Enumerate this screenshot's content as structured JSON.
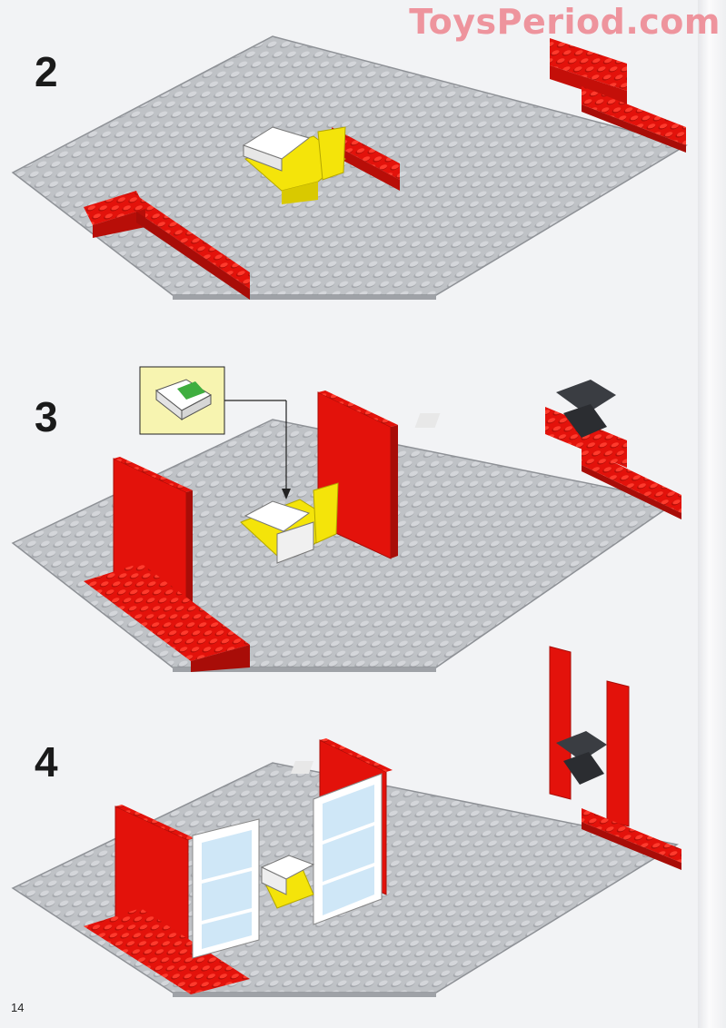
{
  "watermark": "ToysPeriod.com",
  "page_number": "14",
  "steps": [
    {
      "number": "2"
    },
    {
      "number": "3"
    },
    {
      "number": "4"
    }
  ],
  "colors": {
    "baseplate": "#bfc2c6",
    "stud": "#a9acb1",
    "brick_red": "#e3120b",
    "brick_red_dark": "#a80d08",
    "yellow": "#f4e40a",
    "white": "#ffffff",
    "glass": "#cfe7f7",
    "callout_bg": "#f7f4b0",
    "phone": "#3a3d42"
  },
  "icons": [
    "baseplate-icon",
    "red-brick-icon",
    "yellow-chair-icon",
    "cash-register-icon",
    "telephone-icon",
    "window-frame-icon"
  ]
}
